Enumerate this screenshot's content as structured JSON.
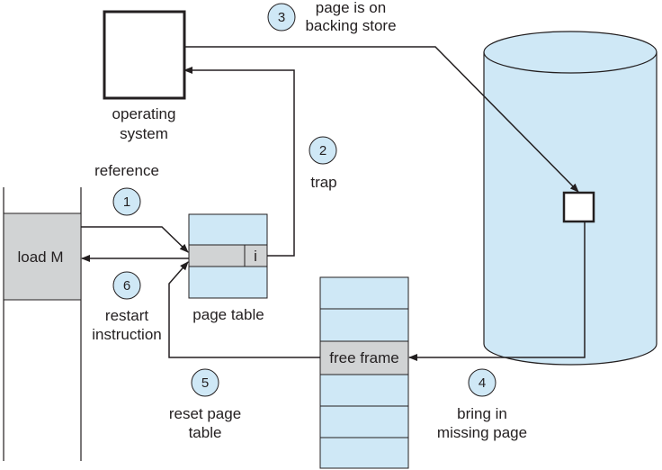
{
  "labels": {
    "operating_system_line1": "operating",
    "operating_system_line2": "system",
    "reference": "reference",
    "trap": "trap",
    "page_on_store_line1": "page is on",
    "page_on_store_line2": "backing store",
    "load_m": "load M",
    "page_table_invalid": "i",
    "page_table": "page table",
    "restart_line1": "restart",
    "restart_line2": "instruction",
    "free_frame": "free frame",
    "reset_line1": "reset page",
    "reset_line2": "table",
    "bring_line1": "bring in",
    "bring_line2": "missing page"
  },
  "steps": [
    "1",
    "2",
    "3",
    "4",
    "5",
    "6"
  ],
  "colors": {
    "stroke": "#231f20",
    "light_blue": "#cfe8f6",
    "gray": "#d1d3d4",
    "white": "#ffffff"
  }
}
